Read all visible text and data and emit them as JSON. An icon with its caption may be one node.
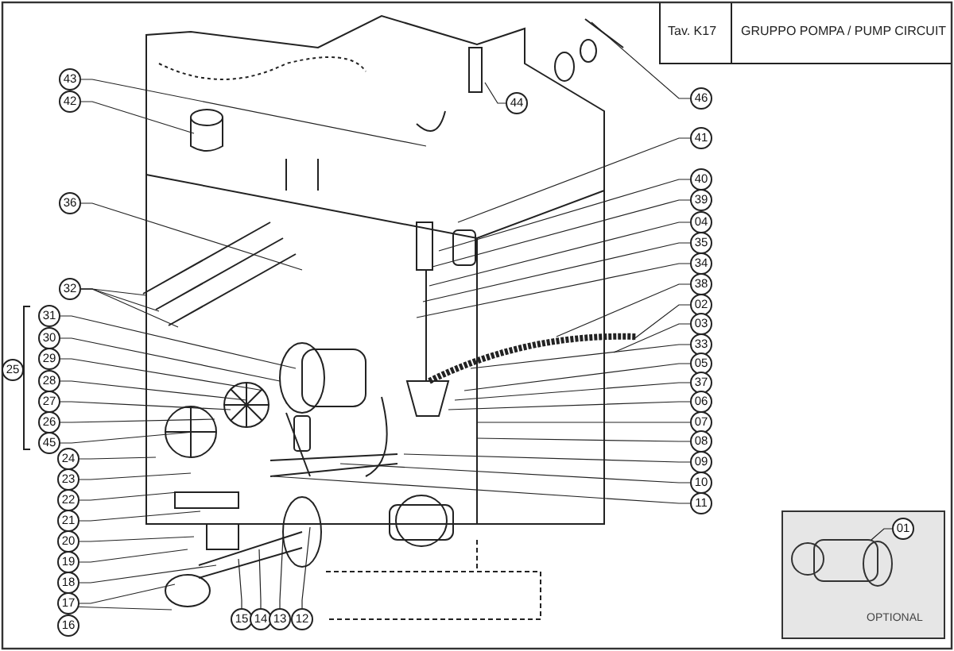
{
  "diagram": {
    "nodes": [
      {
        "text": [
          "43"
        ]
      },
      {
        "text": [
          "42"
        ]
      },
      {
        "text": [
          "36"
        ]
      },
      {
        "text": [
          "32"
        ]
      },
      {
        "text": [
          "25"
        ]
      },
      {
        "text": [
          "31"
        ]
      },
      {
        "text": [
          "30"
        ]
      },
      {
        "text": [
          "29"
        ]
      },
      {
        "text": [
          "28"
        ]
      },
      {
        "text": [
          "27"
        ]
      },
      {
        "text": [
          "26"
        ]
      },
      {
        "text": [
          "45"
        ]
      },
      {
        "text": [
          "24"
        ]
      },
      {
        "text": [
          "23"
        ]
      },
      {
        "text": [
          "22"
        ]
      },
      {
        "text": [
          "21"
        ]
      },
      {
        "text": [
          "20"
        ]
      },
      {
        "text": [
          "19"
        ]
      },
      {
        "text": [
          "18"
        ]
      },
      {
        "text": [
          "17"
        ]
      },
      {
        "text": [
          "16"
        ]
      },
      {
        "text": [
          "15"
        ]
      },
      {
        "text": [
          "14"
        ]
      },
      {
        "text": [
          "13"
        ]
      },
      {
        "text": [
          "12"
        ]
      },
      {
        "text": [
          "44"
        ]
      },
      {
        "text": [
          "46"
        ]
      },
      {
        "text": [
          "41"
        ]
      },
      {
        "text": [
          "40"
        ]
      },
      {
        "text": [
          "39"
        ]
      },
      {
        "text": [
          "04"
        ]
      },
      {
        "text": [
          "35"
        ]
      },
      {
        "text": [
          "34"
        ]
      },
      {
        "text": [
          "38"
        ]
      },
      {
        "text": [
          "02"
        ]
      },
      {
        "text": [
          "03"
        ]
      },
      {
        "text": [
          "33"
        ]
      },
      {
        "text": [
          "05"
        ]
      },
      {
        "text": [
          "37"
        ]
      },
      {
        "text": [
          "06"
        ]
      },
      {
        "text": [
          "07"
        ]
      },
      {
        "text": [
          "08"
        ]
      },
      {
        "text": [
          "09"
        ]
      },
      {
        "text": [
          "10"
        ]
      },
      {
        "text": [
          "11"
        ]
      },
      {
        "text": [
          "01"
        ]
      }
    ],
    "edges": [
      {
        "from": 0,
        "to": null,
        "arrow": "none"
      },
      {
        "from": 1,
        "to": null,
        "arrow": "none"
      },
      {
        "from": 2,
        "to": null,
        "arrow": "none"
      },
      {
        "from": 3,
        "to": null,
        "arrow": "none"
      },
      {
        "from": 3,
        "to": null,
        "arrow": "none"
      },
      {
        "from": 3,
        "to": null,
        "arrow": "none"
      },
      {
        "from": 5,
        "to": null,
        "arrow": "none"
      },
      {
        "from": 6,
        "to": null,
        "arrow": "none"
      },
      {
        "from": 7,
        "to": null,
        "arrow": "none"
      },
      {
        "from": 8,
        "to": null,
        "arrow": "none"
      },
      {
        "from": 9,
        "to": null,
        "arrow": "none"
      },
      {
        "from": 10,
        "to": null,
        "arrow": "none"
      },
      {
        "from": 11,
        "to": null,
        "arrow": "none"
      },
      {
        "from": 12,
        "to": null,
        "arrow": "none"
      },
      {
        "from": 13,
        "to": null,
        "arrow": "none"
      },
      {
        "from": 14,
        "to": null,
        "arrow": "none"
      },
      {
        "from": 15,
        "to": null,
        "arrow": "none"
      },
      {
        "from": 16,
        "to": null,
        "arrow": "none"
      },
      {
        "from": 17,
        "to": null,
        "arrow": "none"
      },
      {
        "from": 18,
        "to": null,
        "arrow": "none"
      },
      {
        "from": 19,
        "to": null,
        "arrow": "none"
      },
      {
        "from": 20,
        "to": null,
        "arrow": "none"
      },
      {
        "from": 21,
        "to": null,
        "arrow": "none"
      },
      {
        "from": 22,
        "to": null,
        "arrow": "none"
      },
      {
        "from": 23,
        "to": null,
        "arrow": "none"
      },
      {
        "from": 24,
        "to": null,
        "arrow": "none"
      },
      {
        "from": 25,
        "to": null,
        "arrow": "none"
      },
      {
        "from": 26,
        "to": null,
        "arrow": "none"
      },
      {
        "from": 27,
        "to": null,
        "arrow": "none"
      },
      {
        "from": 28,
        "to": null,
        "arrow": "none"
      },
      {
        "from": 29,
        "to": null,
        "arrow": "none"
      },
      {
        "from": 30,
        "to": null,
        "arrow": "none"
      },
      {
        "from": 31,
        "to": null,
        "arrow": "none"
      },
      {
        "from": 32,
        "to": null,
        "arrow": "none"
      },
      {
        "from": 33,
        "to": null,
        "arrow": "none"
      },
      {
        "from": 34,
        "to": null,
        "arrow": "none"
      },
      {
        "from": 35,
        "to": null,
        "arrow": "none"
      },
      {
        "from": 36,
        "to": null,
        "arrow": "none"
      },
      {
        "from": 37,
        "to": null,
        "arrow": "none"
      },
      {
        "from": 38,
        "to": null,
        "arrow": "none"
      },
      {
        "from": 39,
        "to": null,
        "arrow": "none"
      },
      {
        "from": 40,
        "to": null,
        "arrow": "none"
      },
      {
        "from": 41,
        "to": null,
        "arrow": "none"
      },
      {
        "from": 42,
        "to": null,
        "arrow": "none"
      },
      {
        "from": 43,
        "to": null,
        "arrow": "none"
      },
      {
        "from": 44,
        "to": null,
        "arrow": "none"
      },
      {
        "from": 45,
        "to": null,
        "arrow": "none"
      }
    ],
    "labels": [
      "Tav. K17",
      "GRUPPO POMPA / PUMP CIRCUIT",
      "OPTIONAL"
    ]
  }
}
